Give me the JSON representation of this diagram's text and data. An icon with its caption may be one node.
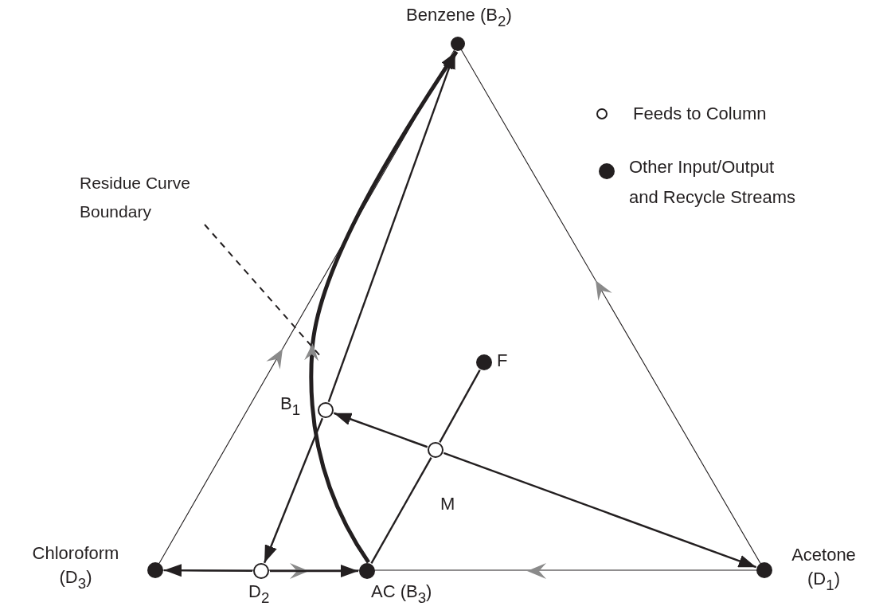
{
  "diagram": {
    "nodes": [
      {
        "text": [],
        "shape": "dot",
        "beside": [
          "Benzene (B$_{2}$)"
        ]
      },
      {
        "text": [
          "Residue Curve Boundary"
        ]
      },
      {
        "text": [],
        "shape": "dot",
        "beside": [
          "F"
        ]
      },
      {
        "text": [],
        "shape": "circle",
        "beside": [
          "B$_{1}$"
        ]
      },
      {
        "text": [],
        "shape": "circle",
        "beside": [
          "M"
        ]
      },
      {
        "text": [],
        "shape": "dot",
        "beside": [
          "Chloroform (D$_{3}$)"
        ]
      },
      {
        "text": [],
        "shape": "circle",
        "beside": [
          "D$_{2}$"
        ]
      },
      {
        "text": [],
        "shape": "dot",
        "beside": [
          "AC (B$_{3}$)"
        ]
      },
      {
        "text": [],
        "shape": "dot",
        "beside": [
          "Acetone (D$_{1}$)"
        ]
      }
    ],
    "edges": [
      {
        "from": 6,
        "to": 5,
        "arrow": "to"
      },
      {
        "from": 6,
        "to": 7,
        "arrow": "to"
      },
      {
        "from": 7,
        "to": 0,
        "arrow": "to",
        "style": "thick"
      },
      {
        "from": 3,
        "to": 0,
        "arrow": "to"
      },
      {
        "from": 3,
        "to": 6,
        "arrow": "to"
      },
      {
        "from": 4,
        "to": 3,
        "arrow": "to"
      },
      {
        "from": 4,
        "to": 8,
        "arrow": "to"
      },
      {
        "from": 2,
        "to": 4,
        "arrow": "none"
      },
      {
        "from": 4,
        "to": 7,
        "arrow": "none"
      },
      {
        "from": 1,
        "to": null,
        "arrow": "none",
        "style": "dashed"
      }
    ],
    "legend": [
      {
        "text": "Feeds to Column"
      },
      {
        "text": "Other Input/Output and Recycle Streams"
      }
    ]
  }
}
